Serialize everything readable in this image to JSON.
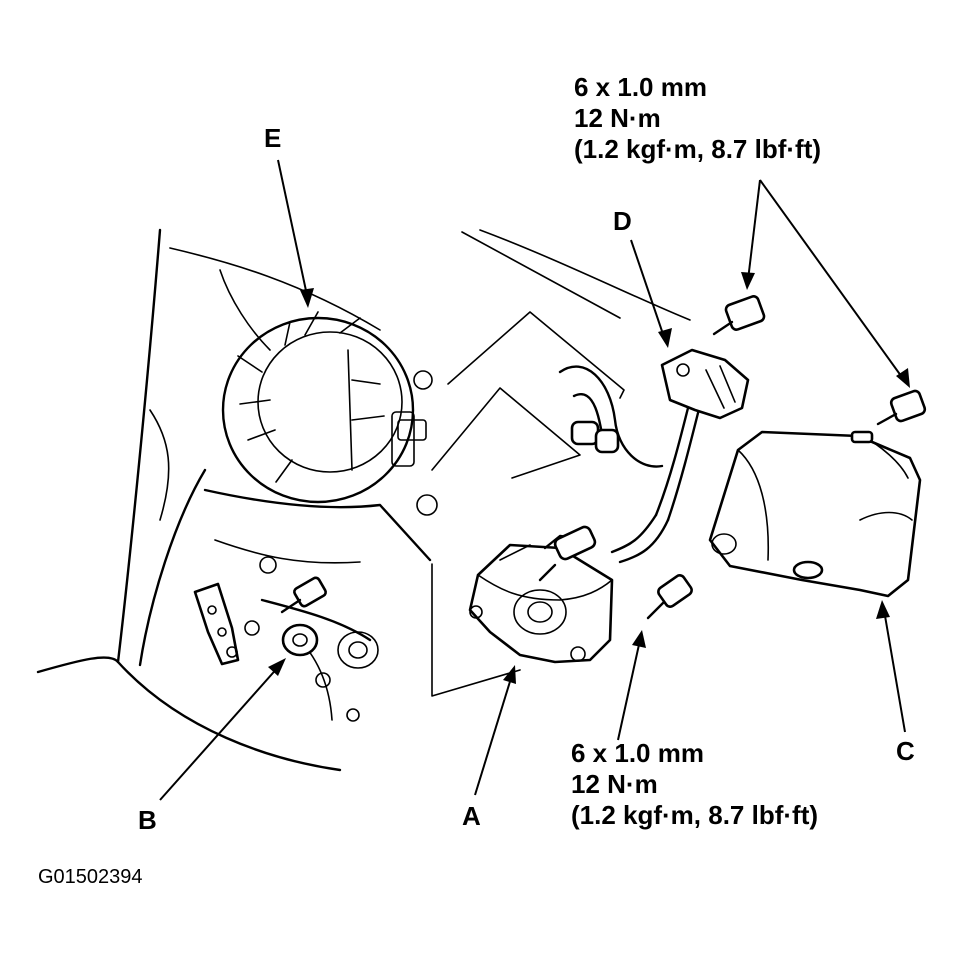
{
  "callouts": {
    "a": "A",
    "b": "B",
    "c": "C",
    "d": "D",
    "e": "E"
  },
  "spec_top": {
    "size": "6 x 1.0 mm",
    "torque": "12 N·m",
    "alt_torque": "(1.2 kgf·m, 8.7 lbf·ft)"
  },
  "spec_bottom": {
    "size": "6 x 1.0 mm",
    "torque": "12 N·m",
    "alt_torque": "(1.2 kgf·m, 8.7 lbf·ft)"
  },
  "figure_code": "G01502394",
  "icons": {
    "transmission": "transmission-housing-icon",
    "switch": "range-switch-icon",
    "cover": "switch-cover-icon",
    "bolt": "bolt-icon",
    "harness": "wire-harness-icon"
  }
}
